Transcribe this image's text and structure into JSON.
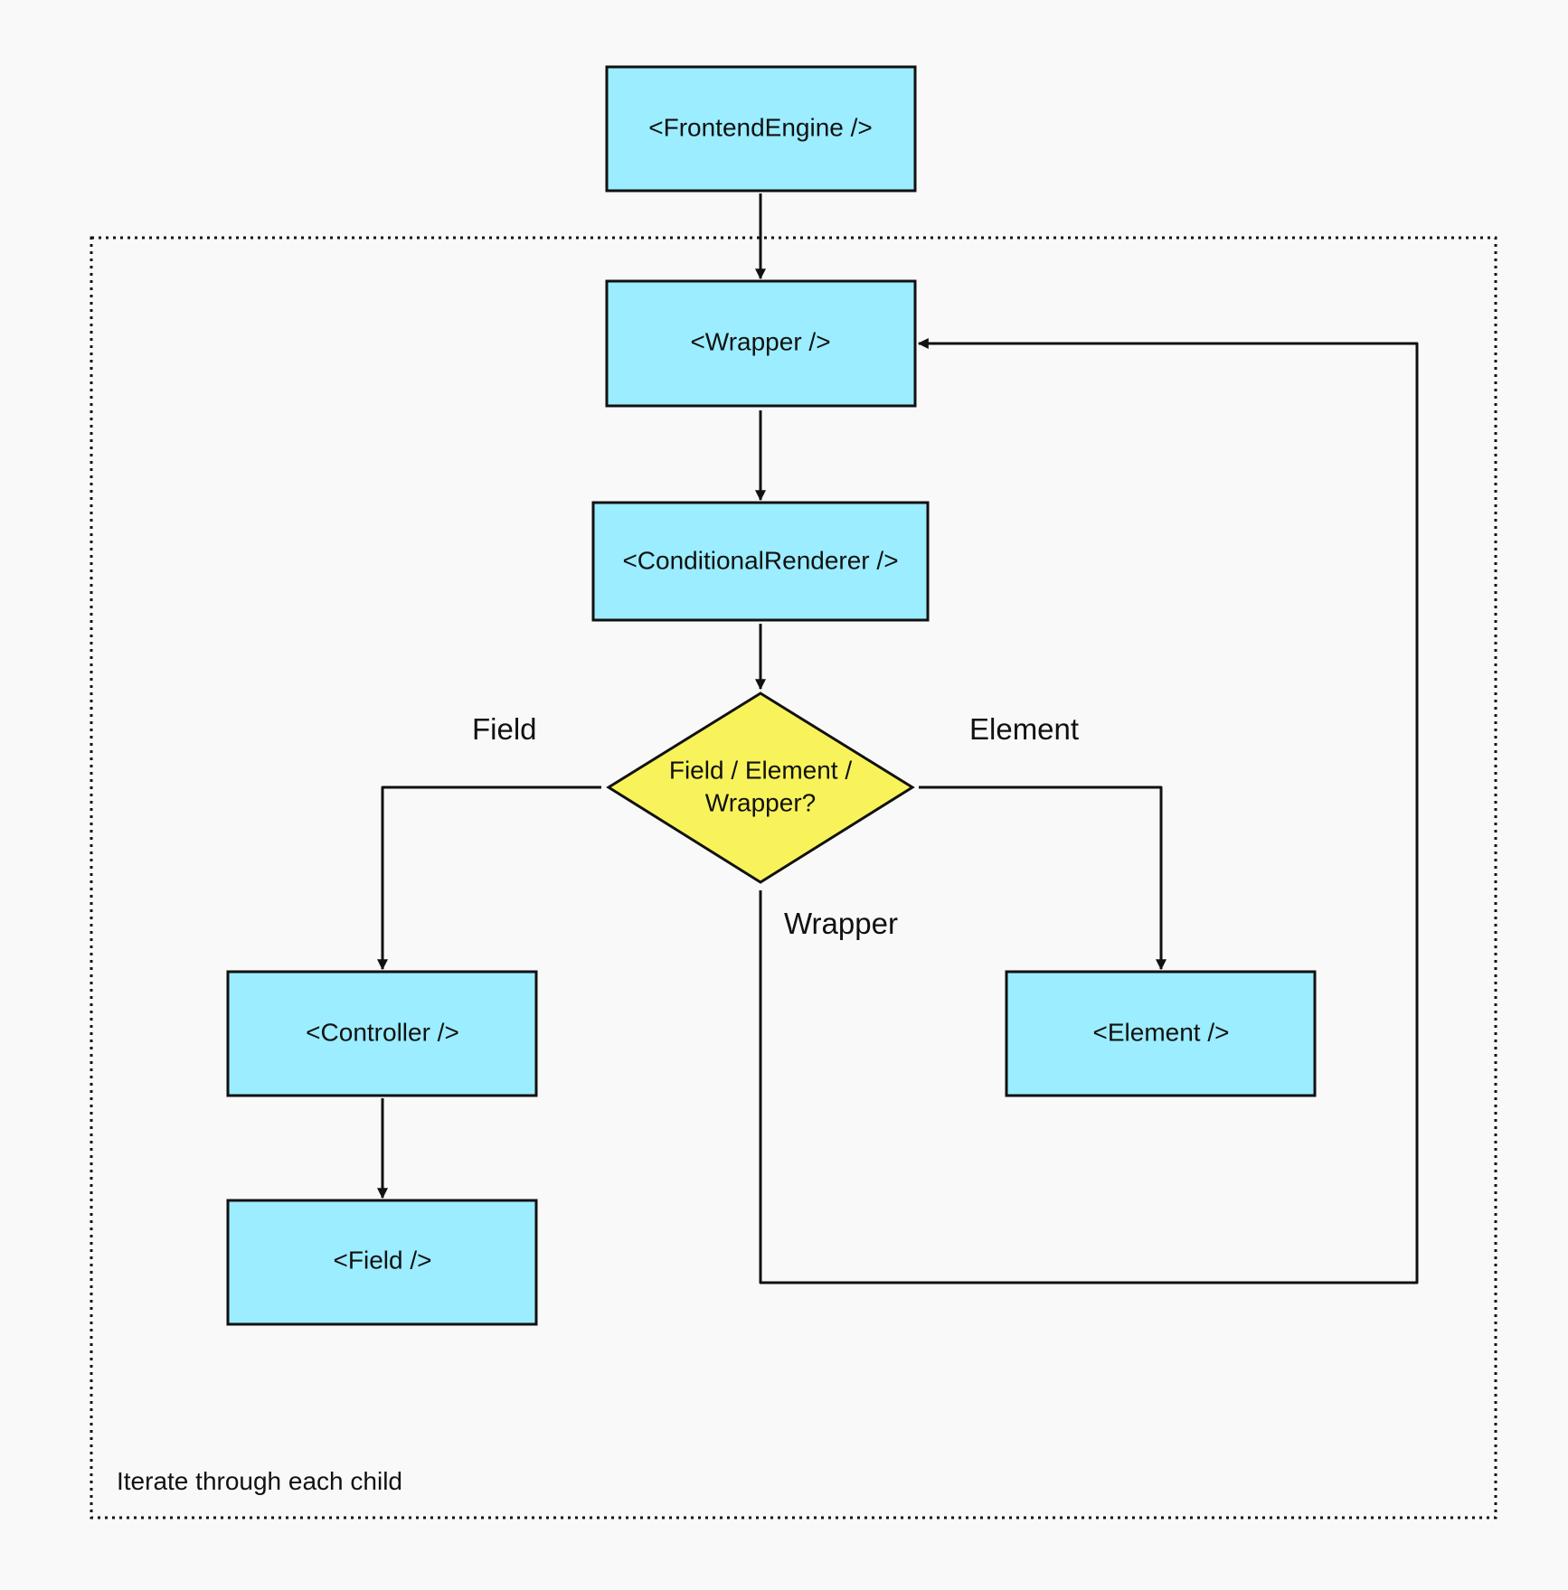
{
  "diagram": {
    "colors": {
      "background": "#f9f9f9",
      "box_fill": "#9bedff",
      "decision_fill": "#f8f35a",
      "stroke": "#111111"
    },
    "group": {
      "label": "Iterate through each child"
    },
    "nodes": {
      "frontend_engine": "<FrontendEngine />",
      "wrapper": "<Wrapper />",
      "conditional_renderer": "<ConditionalRenderer />",
      "decision_line1": "Field / Element /",
      "decision_line2": "Wrapper?",
      "controller": "<Controller />",
      "field": "<Field />",
      "element": "<Element />"
    },
    "edge_labels": {
      "field": "Field",
      "element": "Element",
      "wrapper": "Wrapper"
    }
  }
}
